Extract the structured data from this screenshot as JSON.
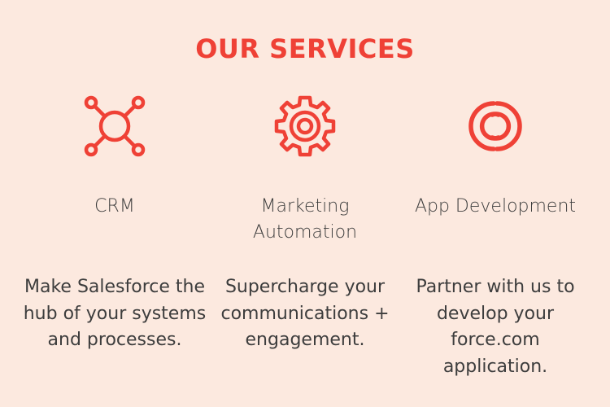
{
  "section": {
    "title": "OUR SERVICES"
  },
  "colors": {
    "accent": "#ef4136",
    "background": "#fce9df",
    "text": "#3d3d3d"
  },
  "services": [
    {
      "icon": "network-hub-icon",
      "heading": "CRM",
      "description": "Make Salesforce the hub of your systems and processes."
    },
    {
      "icon": "gear-icon",
      "heading": "Marketing Automation",
      "description": "Supercharge your communications + engagement."
    },
    {
      "icon": "linked-rings-icon",
      "heading": "App Development",
      "description": "Partner with us to develop your force.com application."
    }
  ]
}
